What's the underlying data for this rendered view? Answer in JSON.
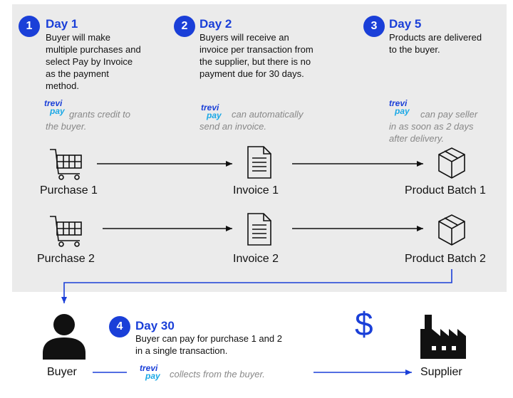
{
  "steps": [
    {
      "number": "1",
      "day": "Day 1",
      "text": [
        "Buyer will make",
        "multiple purchases and",
        "select Pay by Invoice",
        "as the payment",
        "method."
      ],
      "note": [
        "grants credit to",
        "the buyer."
      ]
    },
    {
      "number": "2",
      "day": "Day 2",
      "text": [
        "Buyers will receive an",
        "invoice per transaction from",
        "the supplier, but there is no",
        "payment due for 30 days."
      ],
      "note": [
        "can automatically",
        "send an invoice."
      ]
    },
    {
      "number": "3",
      "day": "Day 5",
      "text": [
        "Products are delivered",
        "to the buyer."
      ],
      "note": [
        "can pay seller",
        "in as soon as 2 days",
        "after delivery."
      ]
    },
    {
      "number": "4",
      "day": "Day 30",
      "text": [
        "Buyer can pay for purchase 1 and 2",
        "in a single transaction."
      ],
      "note": [
        "collects from the buyer."
      ]
    }
  ],
  "logo": {
    "line1": "trevi",
    "line2": "pay"
  },
  "nodes": {
    "purchase1": "Purchase 1",
    "purchase2": "Purchase 2",
    "invoice1": "Invoice 1",
    "invoice2": "Invoice 2",
    "batch1": "Product Batch 1",
    "batch2": "Product Batch 2",
    "buyer": "Buyer",
    "supplier": "Supplier"
  },
  "currency_symbol": "$",
  "icons": [
    "cart-icon",
    "document-icon",
    "box-icon",
    "person-icon",
    "factory-icon",
    "dollar-icon"
  ],
  "colors": {
    "accent": "#1a3fd8",
    "logo_secondary": "#1aa8e6",
    "panel": "#ebebeb"
  }
}
